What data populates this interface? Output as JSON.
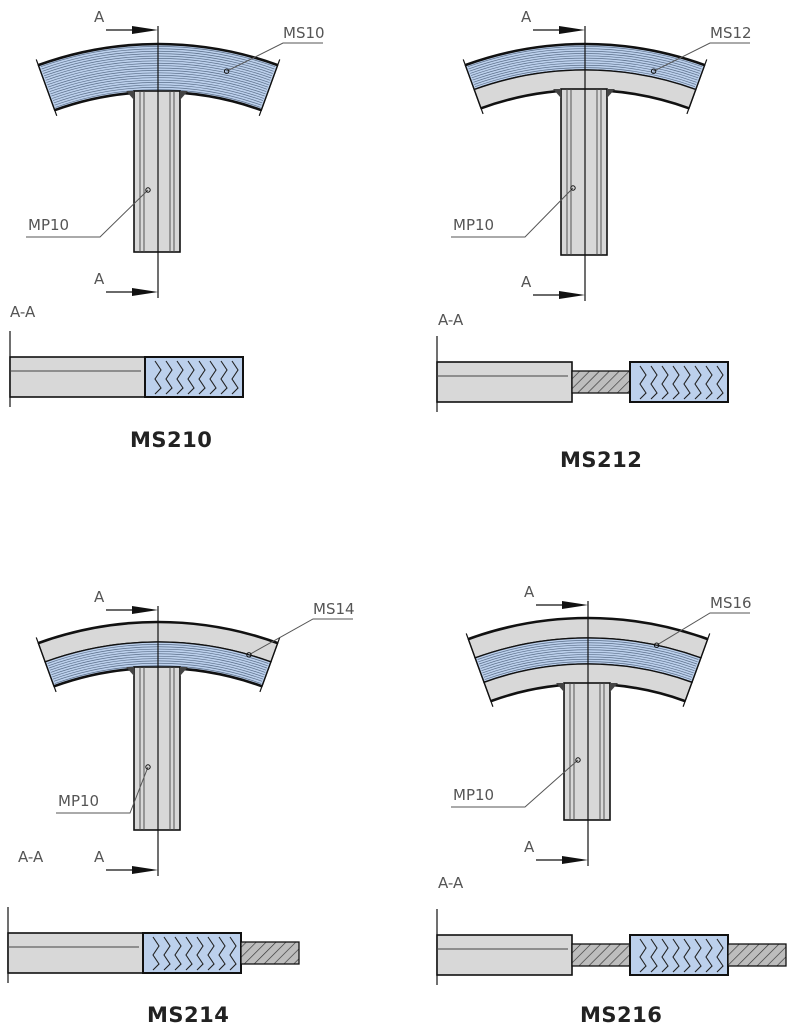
{
  "colors": {
    "steel": "#d8d8d8",
    "sheet_blue": "#bcd0ec",
    "stripe": "#5b6f8a",
    "outline": "#111111",
    "leader": "#555555",
    "weld_hatch": "#bdbdbd"
  },
  "panels": [
    {
      "title": "MS210",
      "plate_label": "MS10",
      "pipe_label": "MP10",
      "section_arrow_top": "A",
      "section_arrow_bottom": "A",
      "section_label": "A-A",
      "bands": [
        "blue"
      ],
      "section_parts": [
        "pipe",
        "blue"
      ]
    },
    {
      "title": "MS212",
      "plate_label": "MS12",
      "pipe_label": "MP10",
      "section_arrow_top": "A",
      "section_arrow_bottom": "A",
      "section_label": "A-A",
      "bands": [
        "blue",
        "gray"
      ],
      "section_parts": [
        "pipe",
        "hatch",
        "blue"
      ]
    },
    {
      "title": "MS214",
      "plate_label": "MS14",
      "pipe_label": "MP10",
      "section_arrow_top": "A",
      "section_arrow_bottom": "A",
      "section_label": "A-A",
      "bands": [
        "gray",
        "blue"
      ],
      "section_parts": [
        "pipe",
        "blue",
        "hatch"
      ]
    },
    {
      "title": "MS216",
      "plate_label": "MS16",
      "pipe_label": "MP10",
      "section_arrow_top": "A",
      "section_arrow_bottom": "A",
      "section_label": "A-A",
      "bands": [
        "gray",
        "blue",
        "gray"
      ],
      "section_parts": [
        "pipe",
        "hatch",
        "blue",
        "hatch"
      ]
    }
  ]
}
